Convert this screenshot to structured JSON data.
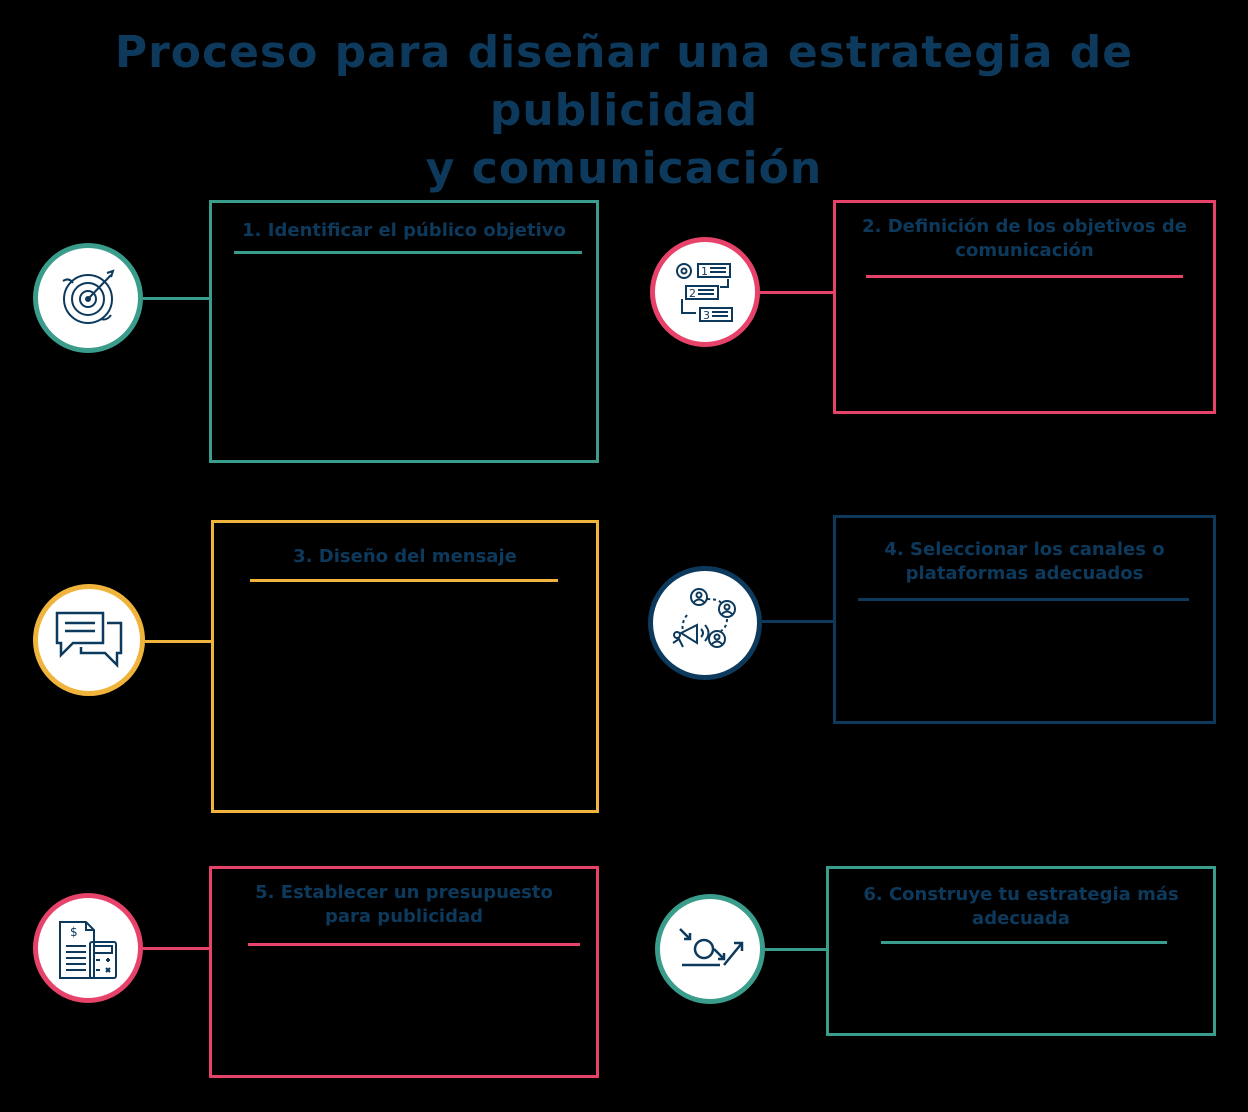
{
  "title": {
    "line1": "Proceso para diseñar una estrategia de publicidad",
    "line2": "y comunicación"
  },
  "colors": {
    "navy": "#0d3a5c",
    "teal": "#3a9c8a",
    "pink": "#e6426a",
    "yellow": "#f0b43c",
    "dark_blue": "#0d3a5c"
  },
  "steps": [
    {
      "label": "1. Identificar el público objetivo",
      "icon": "target-icon",
      "color": "#3a9c8a"
    },
    {
      "label": "2. Definición de los objetivos de comunicación",
      "icon": "numbered-steps-icon",
      "color": "#e6426a"
    },
    {
      "label": "3. Diseño del mensaje",
      "icon": "chat-bubbles-icon",
      "color": "#f0b43c"
    },
    {
      "label": "4. Seleccionar los canales o plataformas adecuados",
      "icon": "megaphone-network-icon",
      "color": "#0d3a5c"
    },
    {
      "label": "5. Establecer un presupuesto para publicidad",
      "icon": "invoice-calculator-icon",
      "color": "#e6426a"
    },
    {
      "label": "6. Construye tu estrategia más adecuada",
      "icon": "strategy-arrow-icon",
      "color": "#3a9c8a"
    }
  ]
}
